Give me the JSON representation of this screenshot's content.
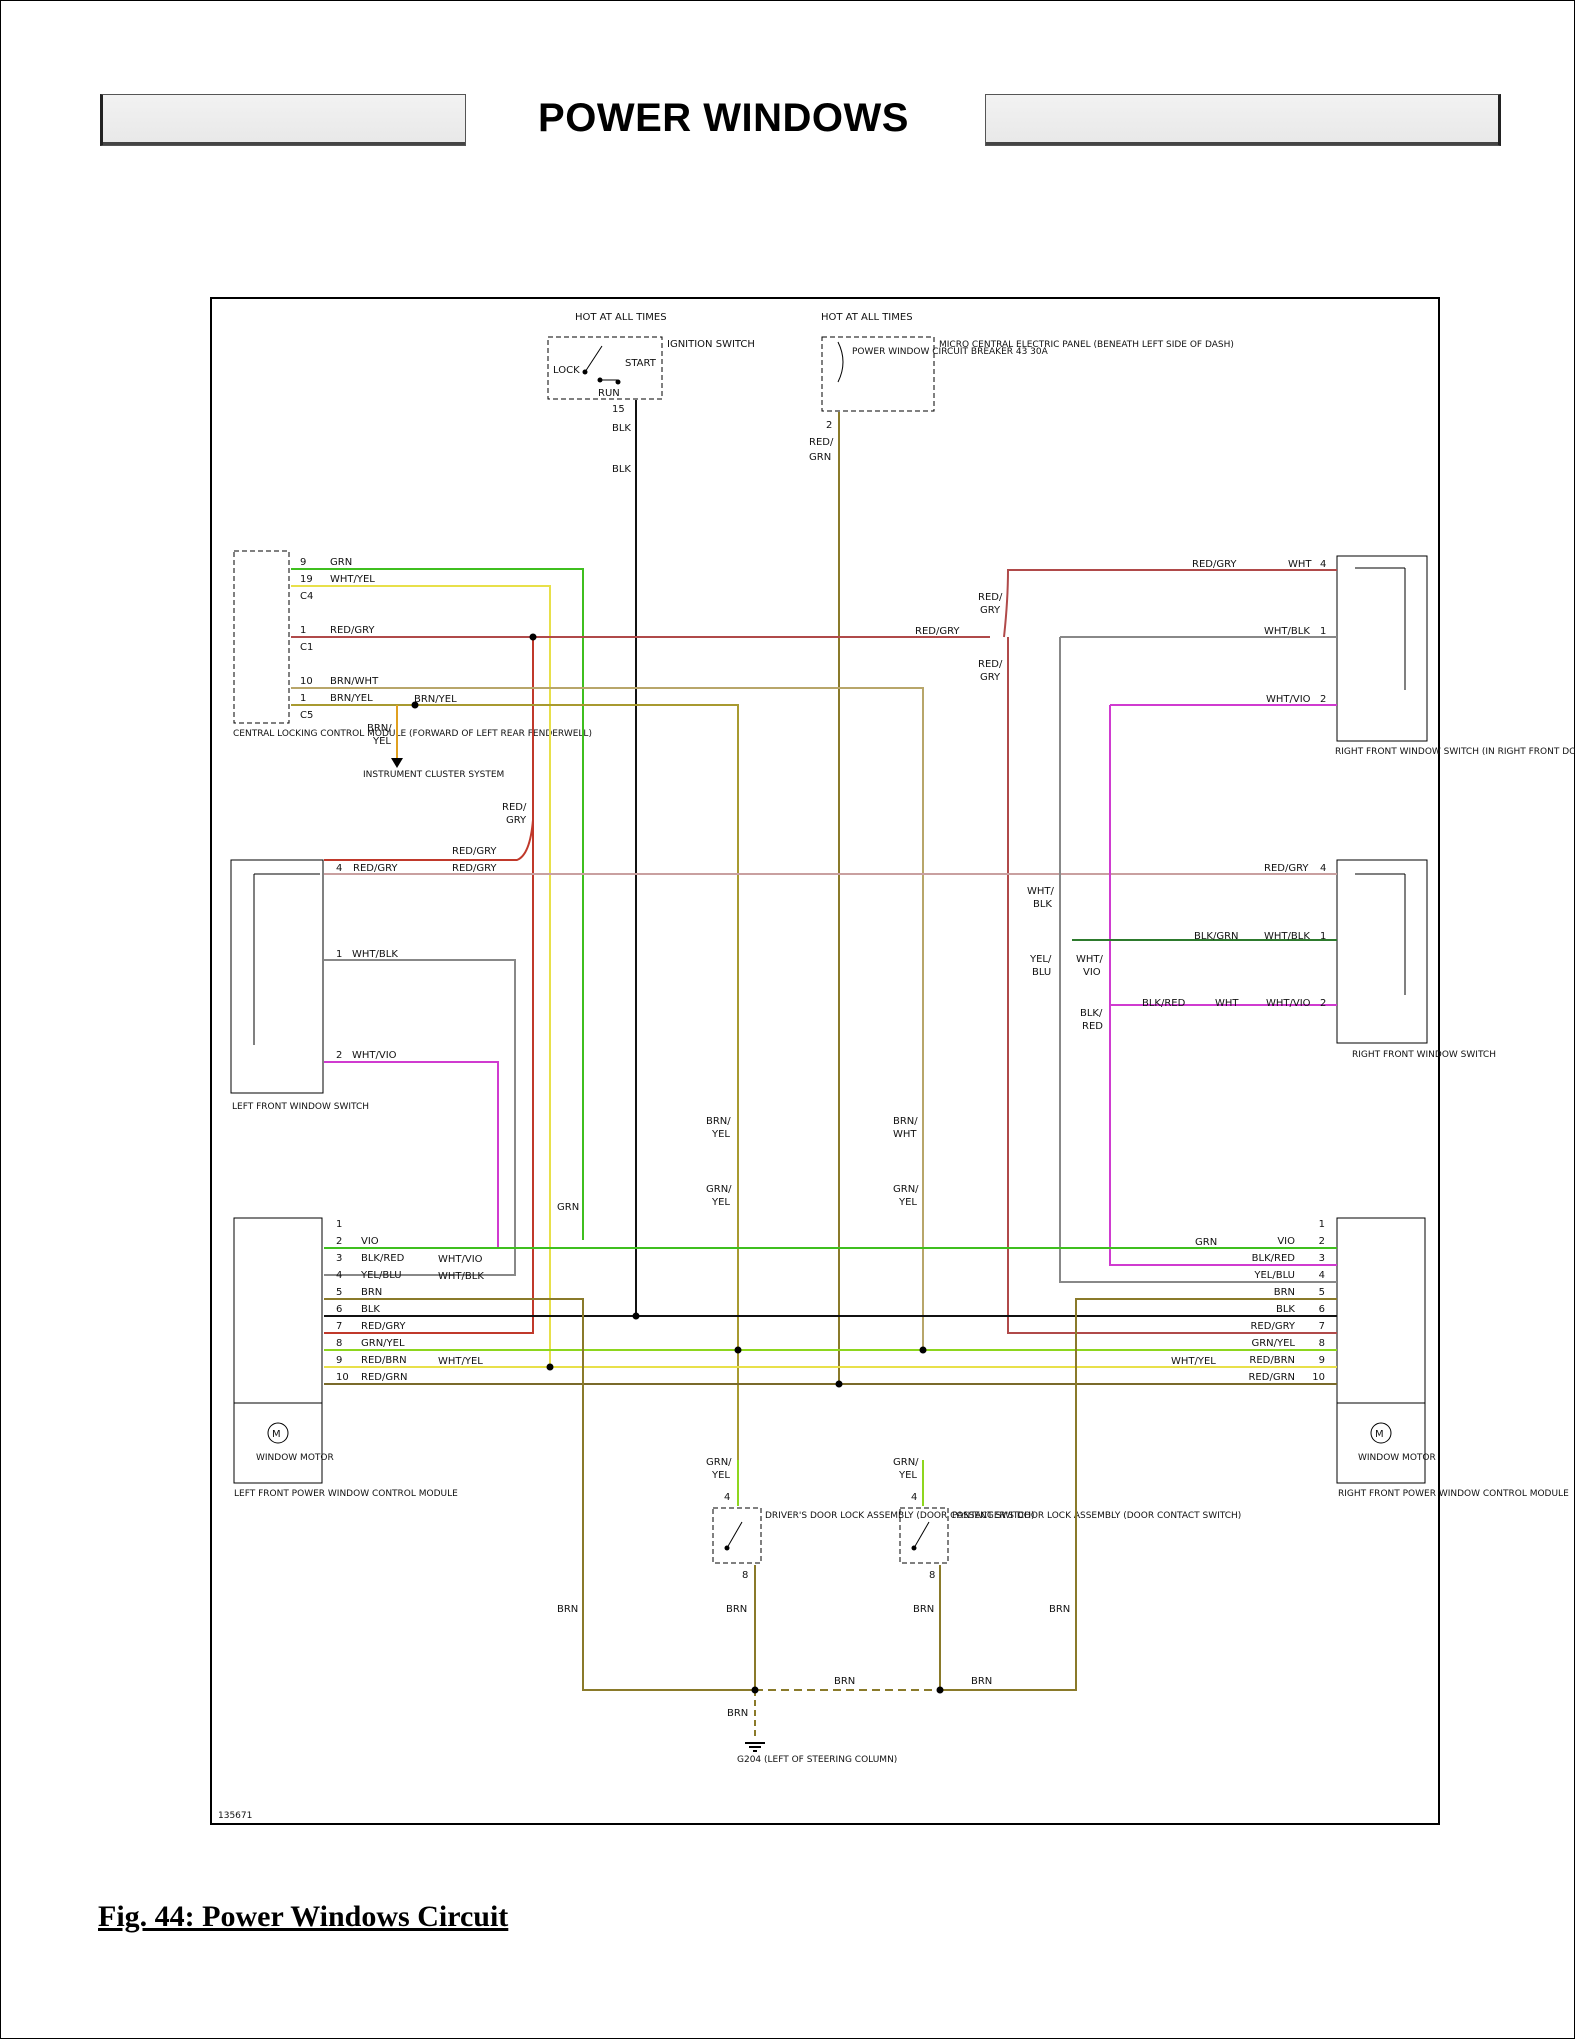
{
  "title": "POWER WINDOWS",
  "caption": "Fig. 44: Power Windows Circuit",
  "figure_id": "135671",
  "colors": {
    "GRN": "#3fbf1f",
    "YEL": "#e8e04a",
    "RED": "#c0392b",
    "BLK": "#111111",
    "BRN": "#8a7a2a",
    "VIO": "#d03bd0",
    "WHT": "#999999",
    "GRNYEL": "#8ed61e",
    "REDGRY": "#b04a4a",
    "REDGRN": "#7a6a2a"
  },
  "components": {
    "ignition": {
      "hot": "HOT AT ALL TIMES",
      "name": "IGNITION SWITCH",
      "lock": "LOCK",
      "start": "START",
      "run": "RUN",
      "pin": "15"
    },
    "breaker": {
      "hot": "HOT AT ALL TIMES",
      "inside": "POWER WINDOW CIRCUIT BREAKER 43 30A",
      "panel": "MICRO CENTRAL ELECTRIC PANEL (BENEATH LEFT SIDE OF DASH)",
      "pin": "2"
    },
    "clm": {
      "name": "CENTRAL LOCKING CONTROL MODULE (FORWARD OF LEFT REAR FENDERWELL)"
    },
    "instrument": {
      "name": "INSTRUMENT CLUSTER SYSTEM"
    },
    "rf_switch_door": {
      "name": "RIGHT FRONT WINDOW SWITCH (IN RIGHT FRONT DOOR)"
    },
    "rf_switch": {
      "name": "RIGHT FRONT WINDOW SWITCH"
    },
    "lf_switch": {
      "name": "LEFT FRONT WINDOW SWITCH"
    },
    "lf_module": {
      "name": "LEFT FRONT POWER WINDOW CONTROL MODULE",
      "motor": "WINDOW MOTOR"
    },
    "rf_module": {
      "name": "RIGHT FRONT POWER WINDOW CONTROL MODULE",
      "motor": "WINDOW MOTOR"
    },
    "drivers_lock": {
      "name": "DRIVER'S DOOR LOCK ASSEMBLY (DOOR CONTACT SWITCH)"
    },
    "pass_lock": {
      "name": "PASSENGER'S DOOR LOCK ASSEMBLY (DOOR CONTACT SWITCH)"
    },
    "ground": {
      "name": "G204 (LEFT OF STEERING COLUMN)"
    }
  },
  "clm_pins": [
    {
      "pin": "9",
      "wire": "GRN"
    },
    {
      "pin": "19",
      "wire": "WHT/YEL"
    },
    {
      "pin": "C4",
      "wire": ""
    },
    {
      "pin": "1",
      "wire": "RED/GRY"
    },
    {
      "pin": "C1",
      "wire": ""
    },
    {
      "pin": "10",
      "wire": "BRN/WHT"
    },
    {
      "pin": "1",
      "wire": "BRN/YEL"
    },
    {
      "pin": "C5",
      "wire": ""
    }
  ],
  "module_pins": [
    {
      "pin": "1",
      "left": "",
      "right": ""
    },
    {
      "pin": "2",
      "left": "VIO",
      "right": "VIO"
    },
    {
      "pin": "3",
      "left": "BLK/RED",
      "right": "BLK/RED"
    },
    {
      "pin": "4",
      "left": "YEL/BLU",
      "right": "YEL/BLU"
    },
    {
      "pin": "5",
      "left": "BRN",
      "right": "BRN"
    },
    {
      "pin": "6",
      "left": "BLK",
      "right": "BLK"
    },
    {
      "pin": "7",
      "left": "RED/GRY",
      "right": "RED/GRY"
    },
    {
      "pin": "8",
      "left": "GRN/YEL",
      "right": "GRN/YEL"
    },
    {
      "pin": "9",
      "left": "RED/BRN",
      "right": "RED/BRN"
    },
    {
      "pin": "10",
      "left": "RED/GRN",
      "right": "RED/GRN"
    }
  ],
  "wire_labels": {
    "blk": "BLK",
    "red_grn": "RED/",
    "red_grn2": "GRN",
    "red_gry": "RED/GRY",
    "red_gry_a": "RED/",
    "red_gry_b": "GRY",
    "wht": "WHT",
    "wht_blk": "WHT/BLK",
    "wht_vio": "WHT/VIO",
    "wht_yel": "WHT/YEL",
    "brn_yel": "BRN/YEL",
    "brn_yel_a": "BRN/",
    "brn_yel_b": "YEL",
    "brn_wht_a": "BRN/",
    "brn_wht_b": "WHT",
    "grn_yel_a": "GRN/",
    "grn_yel_b": "YEL",
    "grn": "GRN",
    "brn": "BRN",
    "blk_grn": "BLK/GRN",
    "blk_red": "BLK/RED",
    "blk_red_a": "BLK/",
    "blk_red_b": "RED",
    "wht_blk_a": "WHT/",
    "wht_blk_b": "BLK",
    "yel_blu_a": "YEL/",
    "yel_blu_b": "BLU",
    "wht_vio_a": "WHT/",
    "wht_vio_b": "VIO",
    "pin4": "4",
    "pin1": "1",
    "pin2": "2",
    "pin8": "8"
  }
}
